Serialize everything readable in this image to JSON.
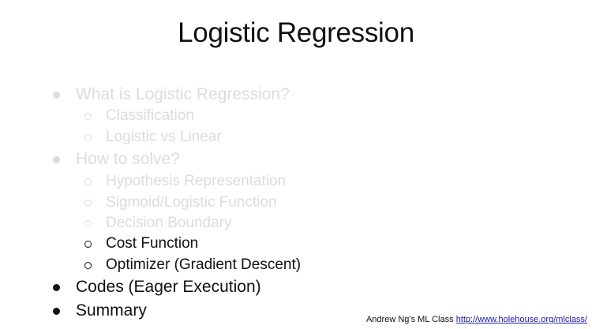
{
  "slide": {
    "title": "Logistic Regression",
    "outline": [
      {
        "label": "What is Logistic Regression?",
        "level": 1,
        "state": "faded"
      },
      {
        "label": "Classification",
        "level": 2,
        "state": "faded"
      },
      {
        "label": "Logistic vs Linear",
        "level": 2,
        "state": "faded"
      },
      {
        "label": "How to solve?",
        "level": 1,
        "state": "faded"
      },
      {
        "label": "Hypothesis Representation",
        "level": 2,
        "state": "faded"
      },
      {
        "label": "Sigmoid/Logistic Function",
        "level": 2,
        "state": "faded"
      },
      {
        "label": "Decision Boundary",
        "level": 2,
        "state": "faded"
      },
      {
        "label": "Cost Function",
        "level": 2,
        "state": "active"
      },
      {
        "label": "Optimizer (Gradient Descent)",
        "level": 2,
        "state": "active"
      },
      {
        "label": "Codes (Eager Execution)",
        "level": 1,
        "state": "active"
      },
      {
        "label": "Summary",
        "level": 1,
        "state": "active"
      }
    ],
    "credit": {
      "prefix": "Andrew Ng’s ML Class",
      "link_text": "http://www.holehouse.org/mlclass/"
    }
  },
  "colors": {
    "active_text": "#111111",
    "faded_text": "#dcdcdc",
    "link": "#1a1aa6",
    "background": "#ffffff"
  }
}
